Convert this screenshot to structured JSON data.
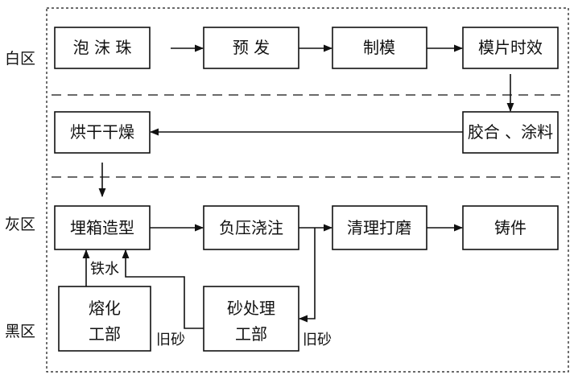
{
  "zones": {
    "white": "白区",
    "gray": "灰区",
    "black": "黑区"
  },
  "boxes": {
    "foam_beads": "泡 沫 珠",
    "pre_expand": "预 发",
    "molding": "制模",
    "pattern_aging": "模片时效",
    "glue_coat": "胶合 、涂料",
    "drying": "烘干干燥",
    "flask_molding": "埋箱造型",
    "vacuum_pouring": "负压浇注",
    "cleaning_grinding": "清理打磨",
    "castings": "铸件",
    "melting_line1": "熔化",
    "melting_line2": "工部",
    "sand_line1": "砂处理",
    "sand_line2": "工部"
  },
  "edge_labels": {
    "molten_iron": "铁水",
    "used_sand_left": "旧砂",
    "used_sand_right": "旧砂"
  }
}
